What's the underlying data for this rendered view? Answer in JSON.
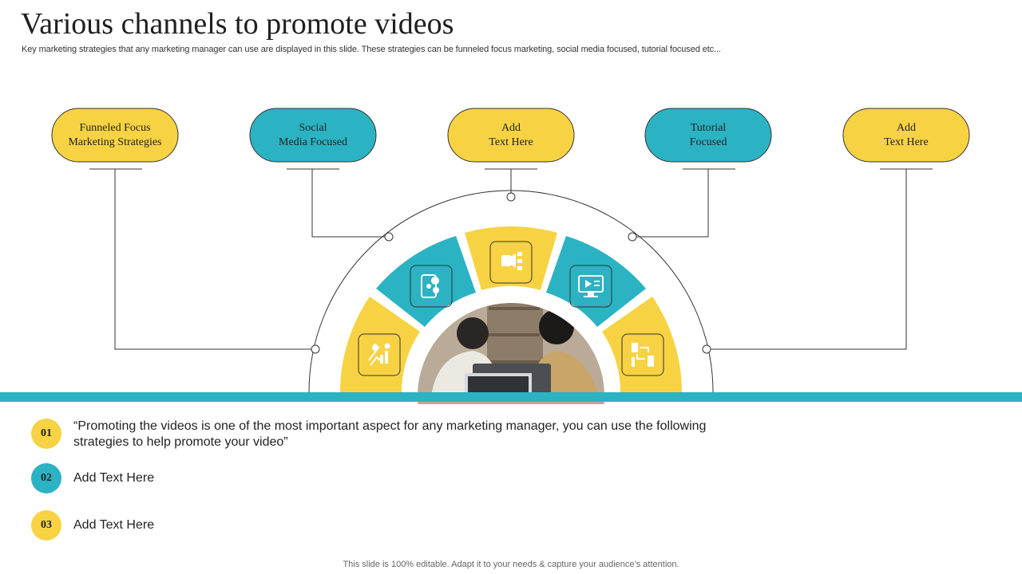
{
  "title": "Various channels to promote videos",
  "subtitle": "Key marketing strategies that any marketing manager can use are displayed in this slide. These strategies can be funneled focus marketing, social media focused, tutorial focused etc...",
  "colors": {
    "yellow": "#f7d343",
    "teal": "#2bb3c3",
    "line": "#333333"
  },
  "channels": [
    {
      "line1": "Funneled Focus",
      "line2": "Marketing Strategies",
      "color": "yellow",
      "icon": "growth-chess-icon"
    },
    {
      "line1": "Social",
      "line2": "Media Focused",
      "color": "teal",
      "icon": "social-network-icon"
    },
    {
      "line1": "Add",
      "line2": "Text Here",
      "color": "yellow",
      "icon": "video-flow-icon"
    },
    {
      "line1": "Tutorial",
      "line2": "Focused",
      "color": "teal",
      "icon": "monitor-tutorial-icon"
    },
    {
      "line1": "Add",
      "line2": "Text Here",
      "color": "yellow",
      "icon": "process-flow-icon"
    }
  ],
  "photo": {
    "description_icon": "people-meeting-photo"
  },
  "list": [
    {
      "num": "01",
      "text": "“Promoting the videos is one of the most important aspect for any marketing manager, you can use the following strategies to help promote your video”",
      "color": "yellow"
    },
    {
      "num": "02",
      "text": "Add Text Here",
      "color": "teal"
    },
    {
      "num": "03",
      "text": "Add Text Here",
      "color": "yellow"
    }
  ],
  "footer": "This slide is 100% editable. Adapt it to your needs & capture your audience’s attention."
}
